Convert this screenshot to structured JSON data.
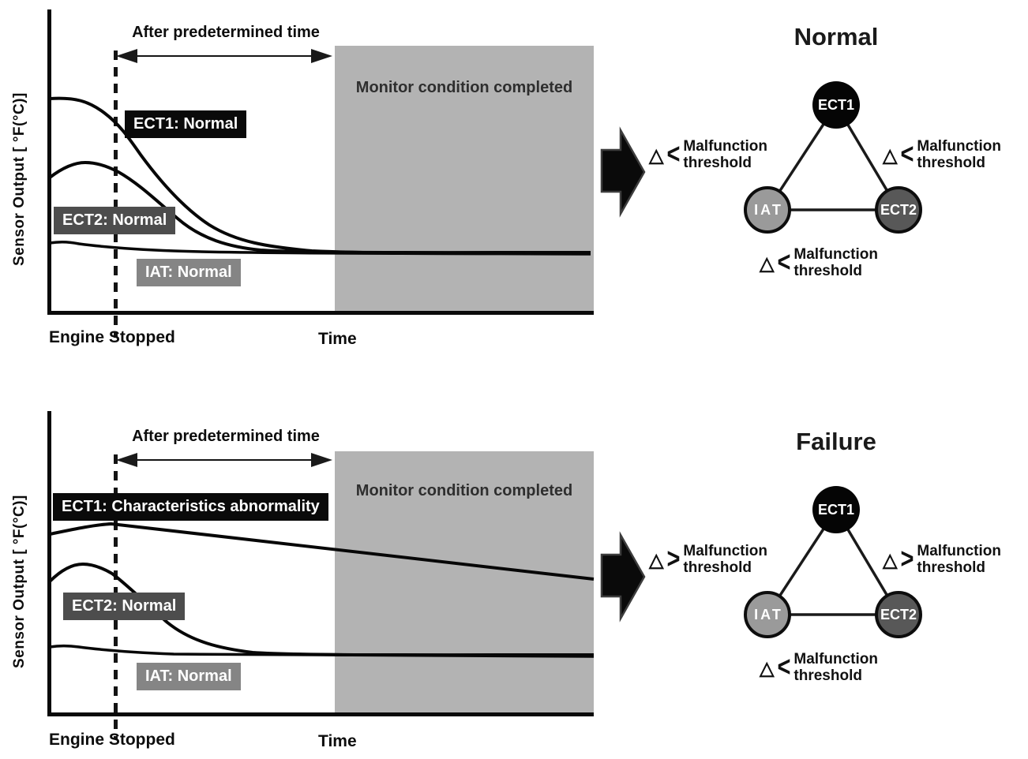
{
  "colors": {
    "monitor_region": "#b3b3b3",
    "ect1_node": "#050505",
    "ect2_node": "#585858",
    "iat_node": "#9a9a9a",
    "ect2_tag": "#4d4d4d",
    "iat_tag": "#858585"
  },
  "normal": {
    "chart": {
      "y_axis_label": "Sensor Output [ °F(°C)]",
      "time_span_label": "After predetermined time",
      "monitor_label": "Monitor condition completed",
      "ect1_label": "ECT1: Normal",
      "ect2_label": "ECT2: Normal",
      "iat_label": "IAT: Normal",
      "origin_label": "Engine Stopped",
      "x_axis_label": "Time"
    },
    "result": {
      "title": "Normal",
      "nodes": {
        "top": "ECT1",
        "left": "IAT",
        "right": "ECT2"
      },
      "thresholds": {
        "left": {
          "delta": "△",
          "comparator": "<",
          "line1": "Malfunction",
          "line2": "threshold"
        },
        "right": {
          "delta": "△",
          "comparator": "<",
          "line1": "Malfunction",
          "line2": "threshold"
        },
        "bottom": {
          "delta": "△",
          "comparator": "<",
          "line1": "Malfunction",
          "line2": "threshold"
        }
      }
    }
  },
  "failure": {
    "chart": {
      "y_axis_label": "Sensor Output [ °F(°C)]",
      "time_span_label": "After predetermined time",
      "monitor_label": "Monitor condition completed",
      "ect1_label": "ECT1: Characteristics abnormality",
      "ect2_label": "ECT2: Normal",
      "iat_label": "IAT: Normal",
      "origin_label": "Engine Stopped",
      "x_axis_label": "Time"
    },
    "result": {
      "title": "Failure",
      "nodes": {
        "top": "ECT1",
        "left": "IAT",
        "right": "ECT2"
      },
      "thresholds": {
        "left": {
          "delta": "△",
          "comparator": ">",
          "line1": "Malfunction",
          "line2": "threshold"
        },
        "right": {
          "delta": "△",
          "comparator": ">",
          "line1": "Malfunction",
          "line2": "threshold"
        },
        "bottom": {
          "delta": "△",
          "comparator": "<",
          "line1": "Malfunction",
          "line2": "threshold"
        }
      }
    }
  }
}
